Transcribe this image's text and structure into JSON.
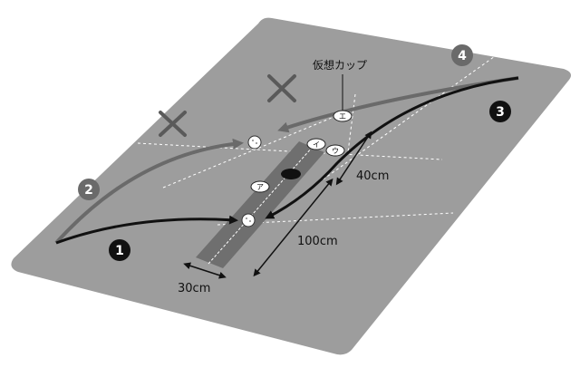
{
  "diagram": {
    "labels": {
      "virtual_cup": "仮想カップ",
      "dist_40": "40cm",
      "dist_100": "100cm",
      "dist_30": "30cm"
    },
    "markers": {
      "a": "ア",
      "i": "イ",
      "u": "ウ",
      "e": "エ"
    },
    "route_numbers": [
      "1",
      "2",
      "3",
      "4"
    ],
    "colors": {
      "mat": "#9d9d9d",
      "strip": "#6f6f6f",
      "dark_path": "#111111",
      "grey_path": "#6a6a6a",
      "guide": "#ffffff"
    }
  }
}
